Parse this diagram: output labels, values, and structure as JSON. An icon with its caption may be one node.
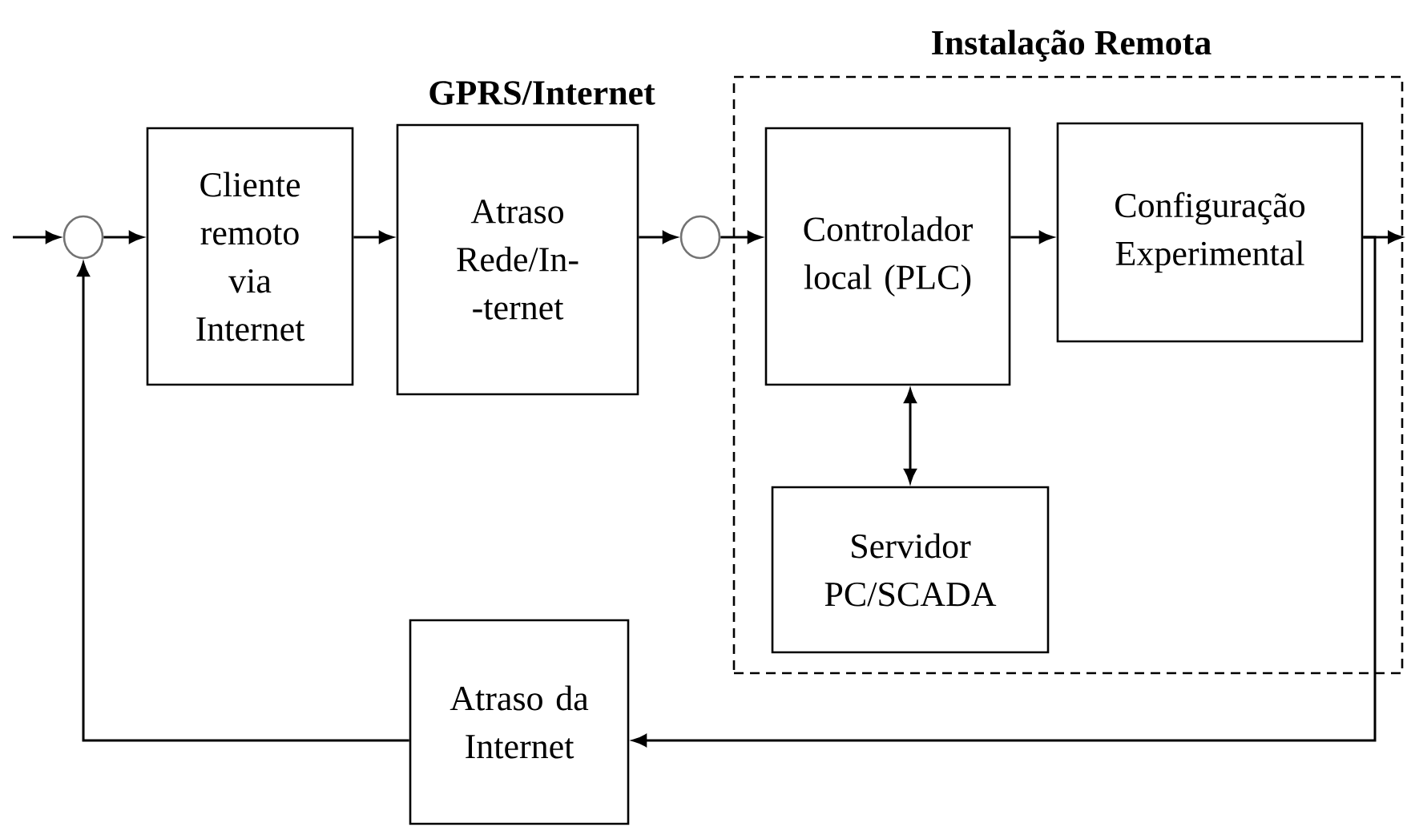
{
  "diagram": {
    "nodes": [
      {
        "text": [
          "Instalação Remota"
        ]
      },
      {
        "text": [],
        "shape": "circle"
      },
      {
        "text": [
          "Cliente remoto via Internet"
        ]
      },
      {
        "text": [
          "Atraso Rede/In- -ternet"
        ]
      },
      {
        "text": [],
        "shape": "circle"
      },
      {
        "text": [
          "Controlador local (PLC)"
        ],
        "in": 0
      },
      {
        "text": [
          "Configuração Experimental"
        ],
        "in": 0
      },
      {
        "text": [
          "Servidor PC/SCADA"
        ],
        "in": 0
      },
      {
        "text": [
          "Atraso da Internet"
        ]
      }
    ],
    "edges": [
      {
        "from": null,
        "to": 1,
        "arrow": "to"
      },
      {
        "from": 1,
        "to": 2,
        "arrow": "to"
      },
      {
        "from": 2,
        "to": 3,
        "arrow": "to"
      },
      {
        "from": 3,
        "to": 4,
        "arrow": "to"
      },
      {
        "from": 4,
        "to": 5,
        "arrow": "to"
      },
      {
        "from": 5,
        "to": 6,
        "arrow": "to"
      },
      {
        "from": 5,
        "to": 7,
        "arrow": "both"
      },
      {
        "from": 6,
        "to": null,
        "arrow": "to"
      },
      {
        "from": 6,
        "to": 8,
        "arrow": "to"
      },
      {
        "from": 8,
        "to": 1,
        "arrow": "to"
      }
    ],
    "labels": [
      "GPRS/Internet"
    ]
  }
}
